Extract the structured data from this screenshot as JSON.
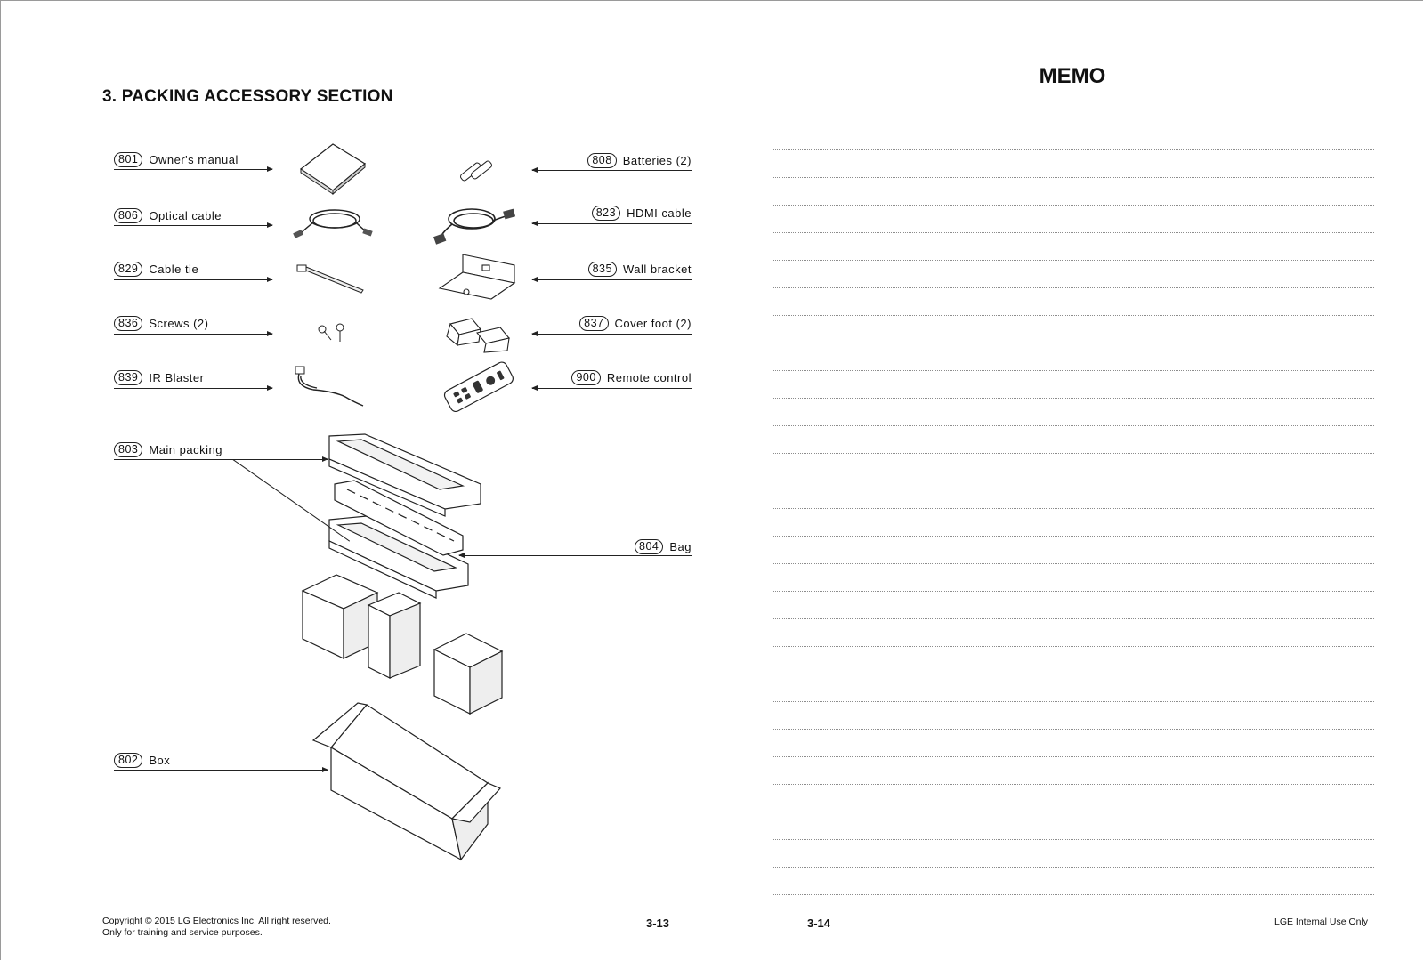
{
  "left_page": {
    "section_title": "3. PACKING ACCESSORY SECTION",
    "parts": [
      {
        "number": "801",
        "label": "Owner's manual",
        "icon": "manual-icon"
      },
      {
        "number": "808",
        "label": "Batteries (2)",
        "icon": "batteries-icon"
      },
      {
        "number": "806",
        "label": "Optical cable",
        "icon": "optical-cable-icon"
      },
      {
        "number": "823",
        "label": "HDMI cable",
        "icon": "hdmi-cable-icon"
      },
      {
        "number": "829",
        "label": "Cable tie",
        "icon": "cable-tie-icon"
      },
      {
        "number": "835",
        "label": "Wall bracket",
        "icon": "wall-bracket-icon"
      },
      {
        "number": "836",
        "label": "Screws (2)",
        "icon": "screws-icon"
      },
      {
        "number": "837",
        "label": "Cover foot (2)",
        "icon": "cover-foot-icon"
      },
      {
        "number": "839",
        "label": "IR Blaster",
        "icon": "ir-blaster-icon"
      },
      {
        "number": "900",
        "label": "Remote control",
        "icon": "remote-control-icon"
      },
      {
        "number": "803",
        "label": "Main packing",
        "icon": "packing-foam-icon"
      },
      {
        "number": "804",
        "label": "Bag",
        "icon": "bag-icon"
      },
      {
        "number": "802",
        "label": "Box",
        "icon": "box-icon"
      }
    ],
    "footer": {
      "copyright": "Copyright © 2015 LG Electronics Inc. All right reserved.",
      "purpose": "Only for training and service purposes.",
      "page_number": "3-13"
    }
  },
  "right_page": {
    "title": "MEMO",
    "footer": {
      "page_number": "3-14",
      "notice": "LGE Internal Use Only"
    }
  }
}
